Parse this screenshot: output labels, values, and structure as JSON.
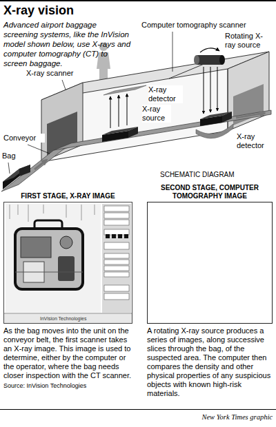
{
  "diagram": {
    "title": "X-ray vision",
    "caption": "Advanced airport baggage screening systems, like the InVision model shown below, use X-rays and computer tomography (CT) to screen baggage.",
    "nodes": [
      {
        "text": [
          "FIRST STAGE, X-RAY IMAGE"
        ]
      },
      {
        "text": [
          "SECOND STAGE, COMPUTER TOMOGRAPHY IMAGE"
        ]
      }
    ],
    "labels": [
      "Computer tomography scanner",
      "Rotating X-ray source",
      "X-ray scanner",
      "X-ray detector",
      "X-ray source",
      "X-ray detector",
      "Conveyor",
      "Bag",
      "SCHEMATIC DIAGRAM",
      "InVision Technologies",
      "As the bag moves into the unit on the conveyor belt, the first scanner takes an X-ray image. This image is used to determine, either by the computer or the operator, where the bag needs closer inspection with the CT scanner.",
      "A rotating X-ray source produces a series of images, along successive slices through the bag, of the suspected area. The computer then compares the density and other physical properties of any suspicious objects with known high-risk materials.",
      "Source: InVision Technologies",
      "New York Times graphic"
    ]
  }
}
